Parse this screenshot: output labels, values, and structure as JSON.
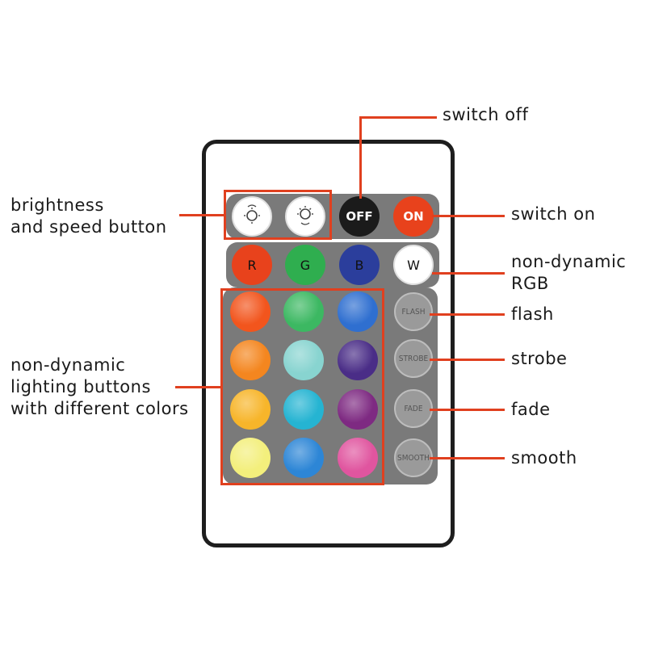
{
  "labels": {
    "brightness_line1": "brightness",
    "brightness_line2": "and speed button",
    "switch_off": "switch off",
    "switch_on": "switch on",
    "rgb_line1": "non-dynamic",
    "rgb_line2": "RGB",
    "flash": "flash",
    "strobe": "strobe",
    "fade": "fade",
    "smooth": "smooth",
    "lighting_line1": "non-dynamic",
    "lighting_line2": "lighting buttons",
    "lighting_line3": "with different colors"
  },
  "buttons": {
    "off": "OFF",
    "on": "ON",
    "r": "R",
    "g": "G",
    "b": "B",
    "w": "W",
    "flash": "FLASH",
    "strobe": "STROBE",
    "fade": "FADE",
    "smooth": "SMOOTH"
  },
  "icons": {
    "brightness_down": "brightness-speed-down-icon",
    "brightness_up": "brightness-speed-up-icon"
  },
  "colors": {
    "accent_line": "#e0401f",
    "panel": "#7a7a7a",
    "on_button": "#e8421c",
    "off_button": "#1b1b1b",
    "r_button": "#e8421c",
    "g_button": "#2fae4f",
    "b_button": "#2b3e9c",
    "color_grid": [
      [
        "#f2551d",
        "#3cb862",
        "#2f6fd0"
      ],
      [
        "#f4861f",
        "#88d4d0",
        "#4a2d87"
      ],
      [
        "#f7b52a",
        "#25b4d2",
        "#7e2a82"
      ],
      [
        "#f3ef7c",
        "#2d86d6",
        "#e0559f"
      ]
    ]
  }
}
